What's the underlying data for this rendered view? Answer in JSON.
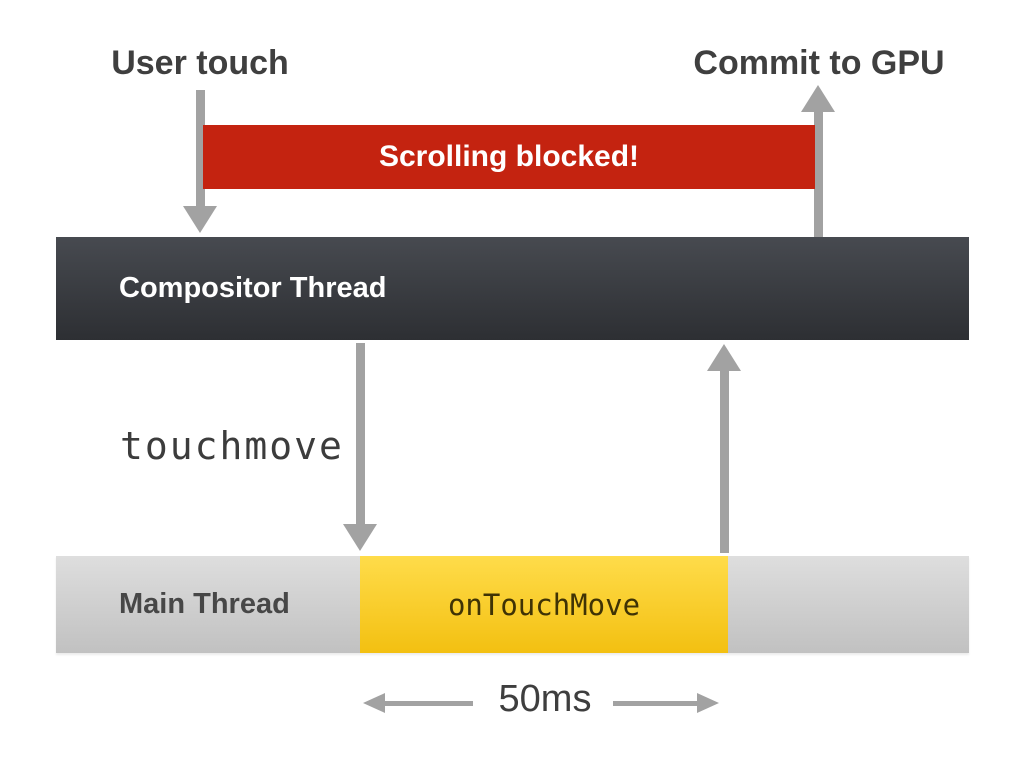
{
  "diagram": {
    "top_labels": {
      "user_touch": "User touch",
      "commit_to_gpu": "Commit to GPU"
    },
    "banner": {
      "text": "Scrolling blocked!",
      "bg_color": "#c42310",
      "text_color": "#ffffff"
    },
    "compositor": {
      "label": "Compositor Thread",
      "bg_top": "#474a50",
      "bg_bottom": "#2d2f33",
      "text_color": "#ffffff"
    },
    "event": {
      "label": "touchmove"
    },
    "main_thread": {
      "label": "Main Thread",
      "bg_top": "#dedede",
      "bg_bottom": "#c1c1c1"
    },
    "task": {
      "label": "onTouchMove",
      "bg_top": "#ffdc4a",
      "bg_bottom": "#f3c011"
    },
    "duration": {
      "label": "50ms"
    },
    "arrow_color": "#a2a2a2"
  }
}
